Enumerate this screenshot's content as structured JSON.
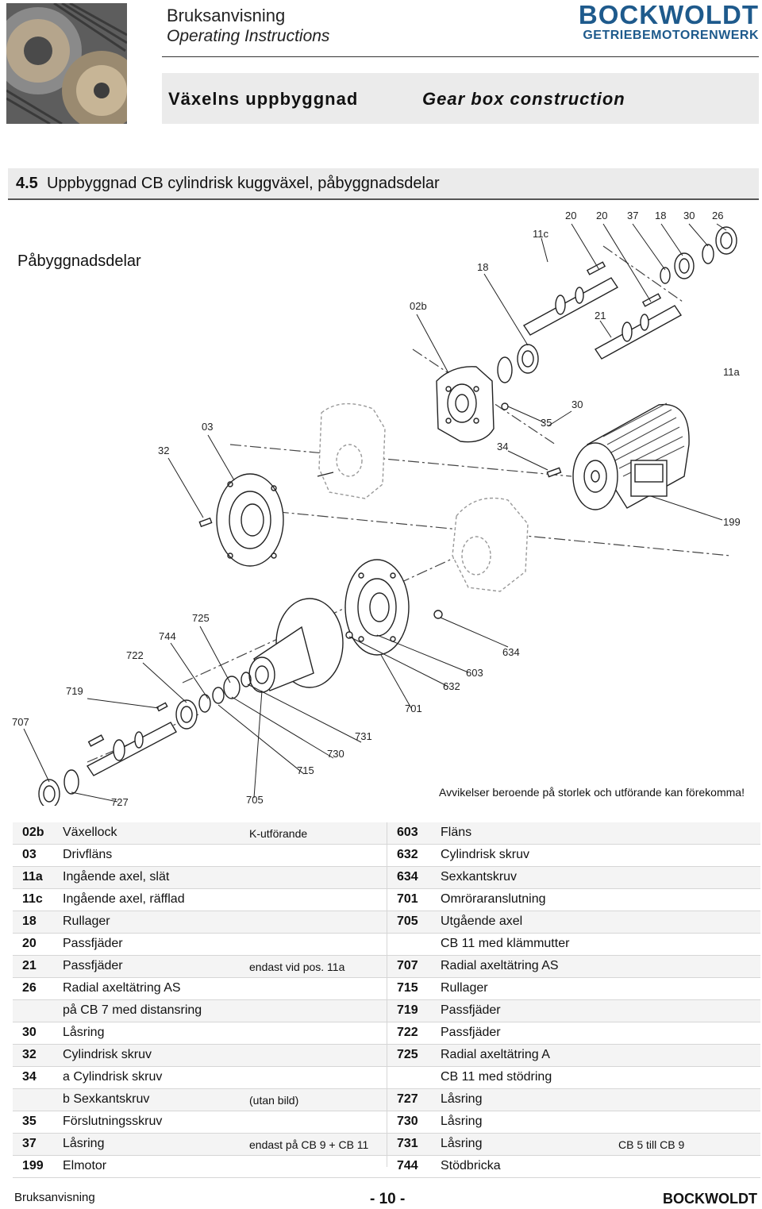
{
  "header": {
    "title": "Bruksanvisning",
    "subtitle": "Operating Instructions",
    "brand": "BOCKWOLDT",
    "brand_sub": "GETRIEBEMOTORENWERK",
    "banner_sv": "Växelns uppbyggnad",
    "banner_en": "Gear box construction"
  },
  "section": {
    "number": "4.5",
    "title": "Uppbyggnad CB cylindrisk kuggväxel, påbyggnadsdelar"
  },
  "subtitle": "Påbyggnadsdelar",
  "note": "Avvikelser beroende på storlek och utförande kan förekomma!",
  "labels": [
    "20",
    "20",
    "37",
    "18",
    "30",
    "26",
    "11c",
    "18",
    "02b",
    "21",
    "11a",
    "30",
    "03",
    "35",
    "32",
    "34",
    "199",
    "725",
    "744",
    "722",
    "634",
    "603",
    "632",
    "719",
    "701",
    "707",
    "731",
    "730",
    "715",
    "727",
    "705"
  ],
  "parts": [
    {
      "n1": "02b",
      "d1": "Växellock",
      "x1": "K-utförande",
      "n2": "603",
      "d2": "Fläns",
      "x2": ""
    },
    {
      "n1": "03",
      "d1": "Drivfläns",
      "x1": "",
      "n2": "632",
      "d2": "Cylindrisk skruv",
      "x2": ""
    },
    {
      "n1": "11a",
      "d1": "Ingående axel, slät",
      "x1": "",
      "n2": "634",
      "d2": "Sexkantskruv",
      "x2": ""
    },
    {
      "n1": "11c",
      "d1": "Ingående axel, räfflad",
      "x1": "",
      "n2": "701",
      "d2": "Omröraranslutning",
      "x2": ""
    },
    {
      "n1": "18",
      "d1": "Rullager",
      "x1": "",
      "n2": "705",
      "d2": "Utgående axel",
      "x2": ""
    },
    {
      "n1": "20",
      "d1": "Passfjäder",
      "x1": "",
      "n2": "",
      "d2": "CB 11 med klämmutter",
      "x2": ""
    },
    {
      "n1": "21",
      "d1": "Passfjäder",
      "x1": "endast vid pos. 11a",
      "n2": "707",
      "d2": "Radial axeltätring AS",
      "x2": ""
    },
    {
      "n1": "26",
      "d1": "Radial axeltätring AS",
      "x1": "",
      "n2": "715",
      "d2": "Rullager",
      "x2": ""
    },
    {
      "n1": "",
      "d1": "på CB 7 med distansring",
      "x1": "",
      "n2": "719",
      "d2": "Passfjäder",
      "x2": ""
    },
    {
      "n1": "30",
      "d1": "Låsring",
      "x1": "",
      "n2": "722",
      "d2": "Passfjäder",
      "x2": ""
    },
    {
      "n1": "32",
      "d1": "Cylindrisk skruv",
      "x1": "",
      "n2": "725",
      "d2": "Radial axeltätring A",
      "x2": ""
    },
    {
      "n1": "34",
      "d1": "a Cylindrisk skruv",
      "x1": "",
      "n2": "",
      "d2": "CB 11 med stödring",
      "x2": ""
    },
    {
      "n1": "",
      "d1": "b Sexkantskruv",
      "x1": "(utan bild)",
      "n2": "727",
      "d2": "Låsring",
      "x2": ""
    },
    {
      "n1": "35",
      "d1": "Förslutningsskruv",
      "x1": "",
      "n2": "730",
      "d2": "Låsring",
      "x2": ""
    },
    {
      "n1": "37",
      "d1": "Låsring",
      "x1": "endast på CB 9 + CB 11",
      "n2": "731",
      "d2": "Låsring",
      "x2": "CB 5 till CB 9"
    },
    {
      "n1": "199",
      "d1": "Elmotor",
      "x1": "",
      "n2": "744",
      "d2": "Stödbricka",
      "x2": ""
    }
  ],
  "footer": {
    "left": "Bruksanvisning",
    "page": "- 10 -",
    "right": "BOCKWOLDT"
  }
}
